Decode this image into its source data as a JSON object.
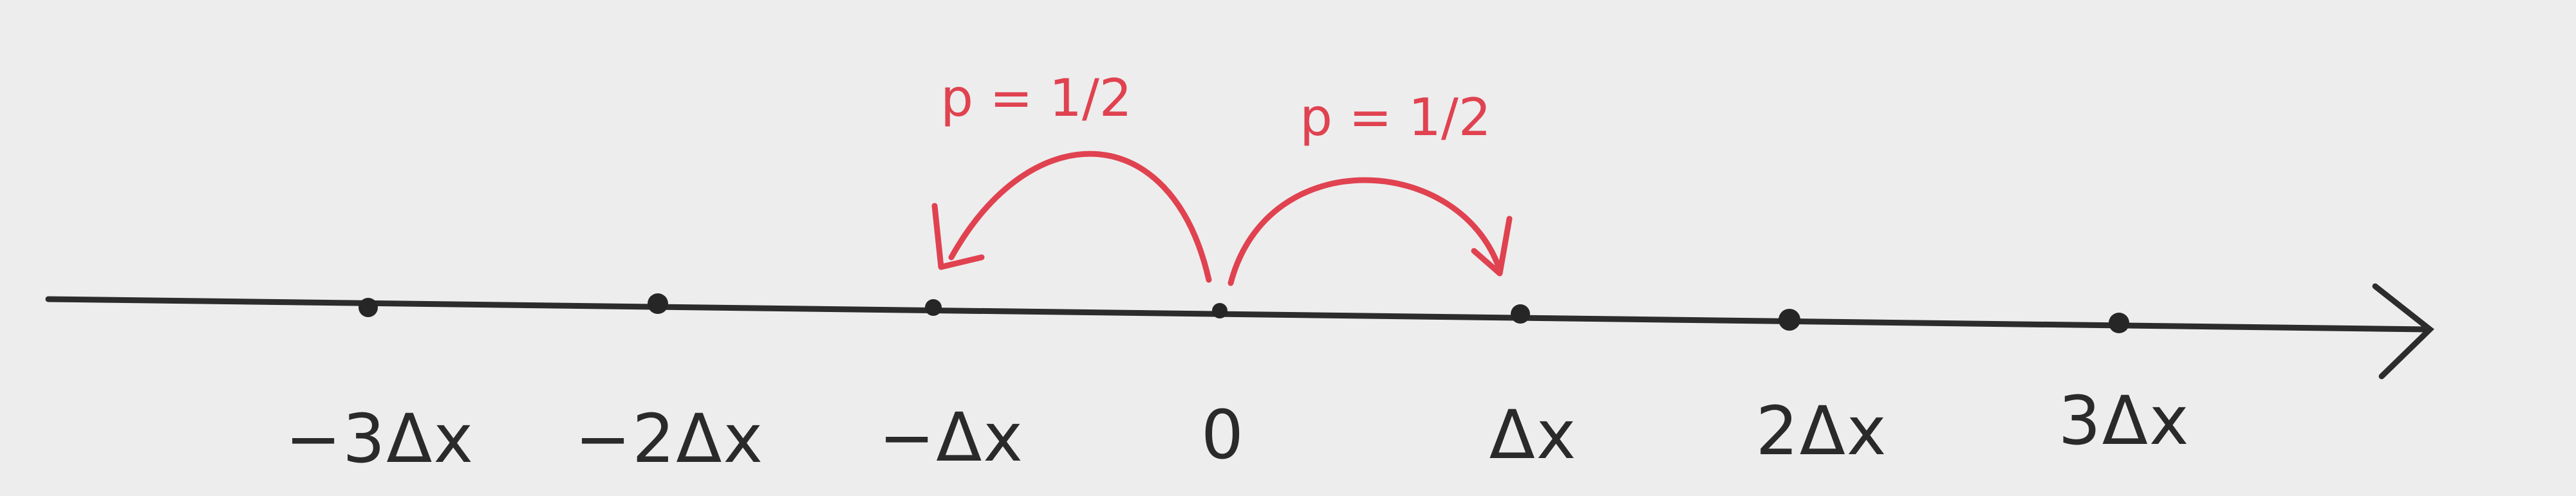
{
  "number_line": {
    "ticks": [
      {
        "label": "−3Δx"
      },
      {
        "label": "−2Δx"
      },
      {
        "label": "−Δx"
      },
      {
        "label": "0"
      },
      {
        "label": "Δx"
      },
      {
        "label": "2Δx"
      },
      {
        "label": "3Δx"
      }
    ]
  },
  "hops": {
    "left": {
      "label": "p = 1/2"
    },
    "right": {
      "label": "p = 1/2"
    }
  },
  "colors": {
    "ink": "#2a2a2a",
    "hop_ink": "#e04250",
    "paper": "#ededed"
  }
}
